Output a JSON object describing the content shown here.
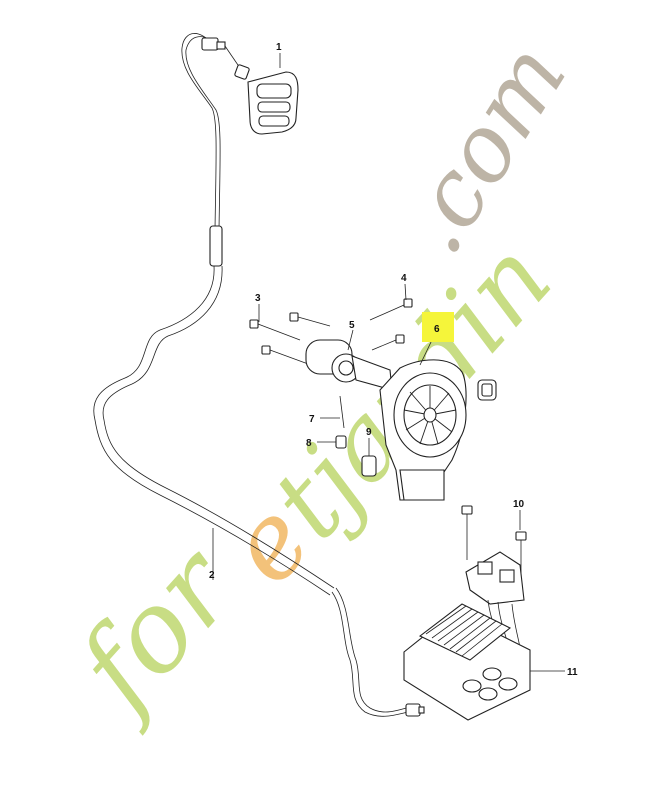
{
  "watermark": {
    "prefix": "for",
    "highlight": "e",
    "suffix": "tjardin",
    "domain": ".com",
    "colors": {
      "green": "#c8dd84",
      "orange": "#f3c27a",
      "gray": "#bdb4a6"
    }
  },
  "callouts": [
    {
      "id": "1",
      "label": "1"
    },
    {
      "id": "2",
      "label": "2"
    },
    {
      "id": "3",
      "label": "3"
    },
    {
      "id": "4",
      "label": "4"
    },
    {
      "id": "5",
      "label": "5"
    },
    {
      "id": "6",
      "label": "6",
      "highlighted": true
    },
    {
      "id": "7",
      "label": "7"
    },
    {
      "id": "8",
      "label": "8"
    },
    {
      "id": "9",
      "label": "9"
    },
    {
      "id": "10",
      "label": "10"
    },
    {
      "id": "11",
      "label": "11"
    }
  ],
  "highlight_color": "#f5f53a"
}
